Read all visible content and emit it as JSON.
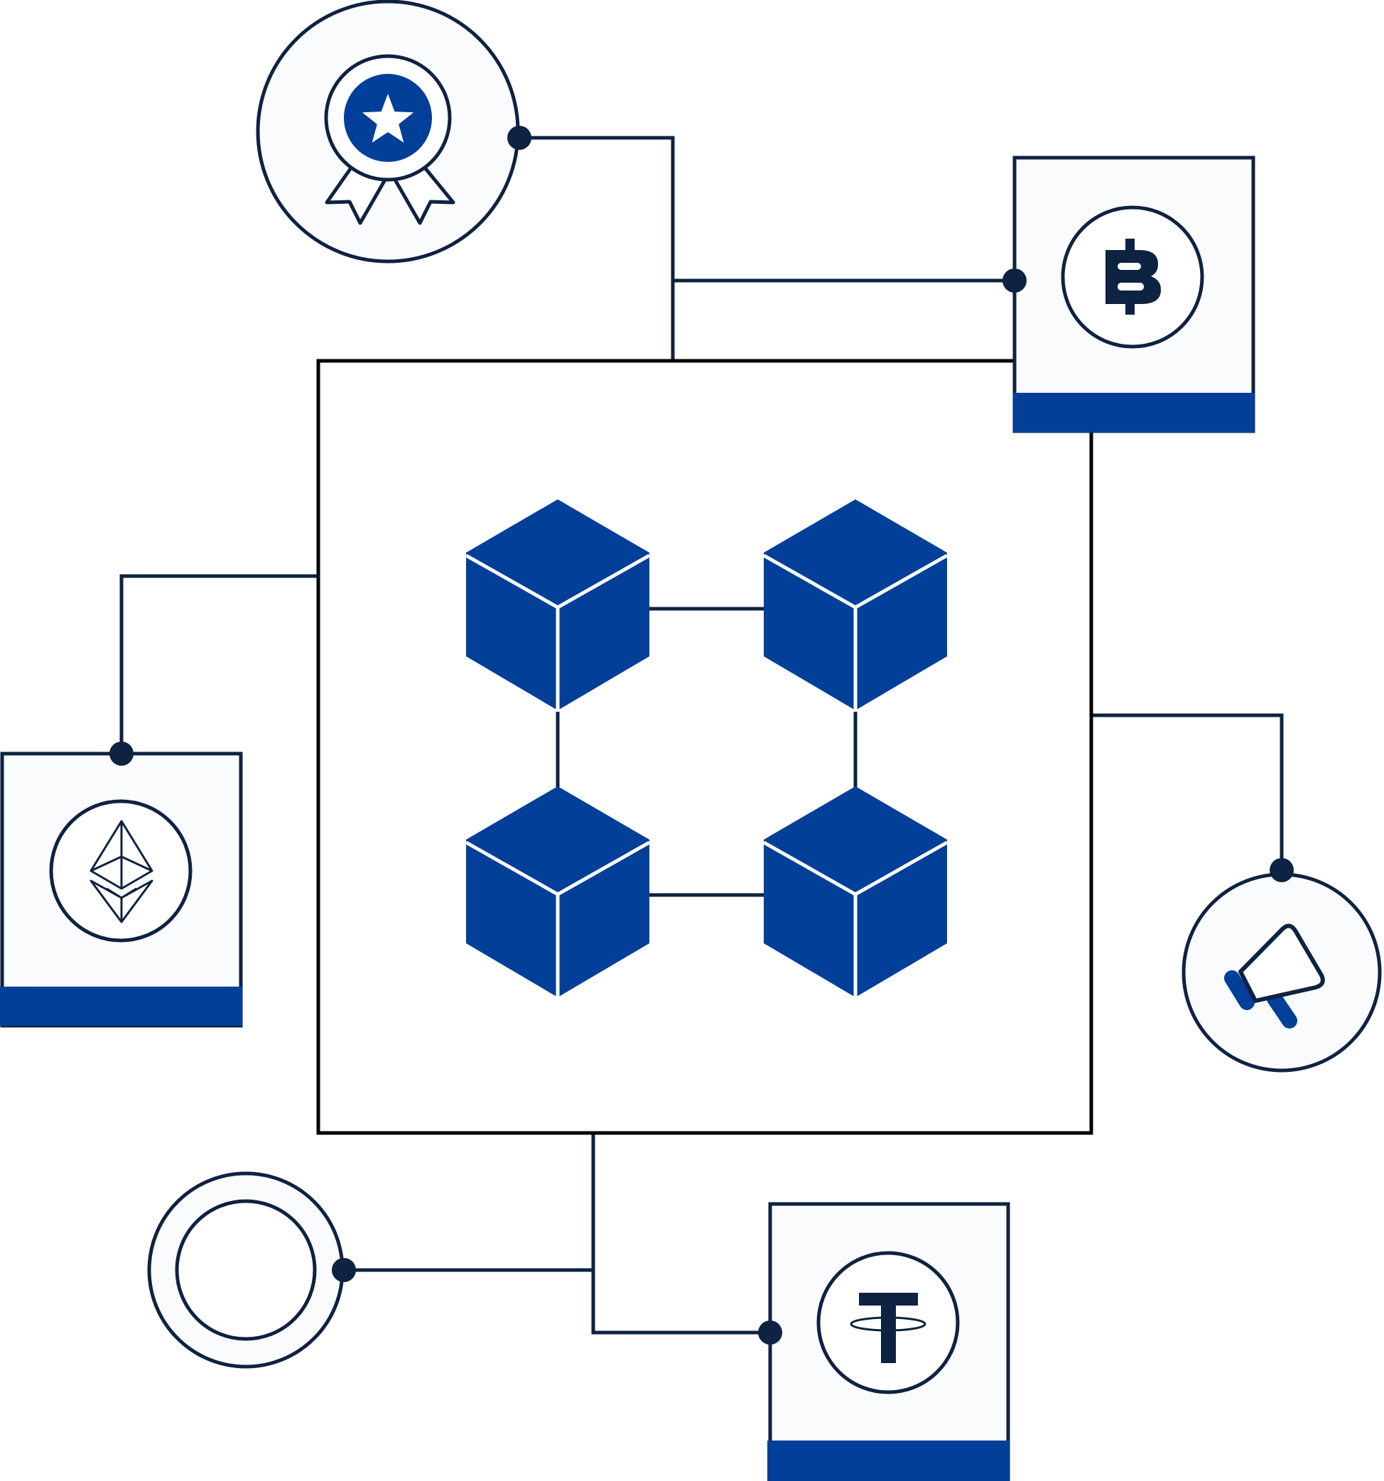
{
  "colors": {
    "navy": "#0e2241",
    "blue": "#023f98",
    "panel": "#fafbfc",
    "white": "#ffffff"
  },
  "diagram": {
    "center": {
      "icon": "blockchain-cubes-icon"
    },
    "nodes": [
      {
        "name": "award-node",
        "shape": "circle",
        "icon": "award-badge-icon"
      },
      {
        "name": "bitcoin-node",
        "shape": "card",
        "icon": "bitcoin-icon"
      },
      {
        "name": "ethereum-node",
        "shape": "card",
        "icon": "ethereum-icon"
      },
      {
        "name": "megaphone-node",
        "shape": "circle",
        "icon": "megaphone-icon"
      },
      {
        "name": "empty-ring-node",
        "shape": "circle",
        "icon": "ring-icon"
      },
      {
        "name": "tether-node",
        "shape": "card",
        "icon": "tether-icon"
      }
    ]
  }
}
